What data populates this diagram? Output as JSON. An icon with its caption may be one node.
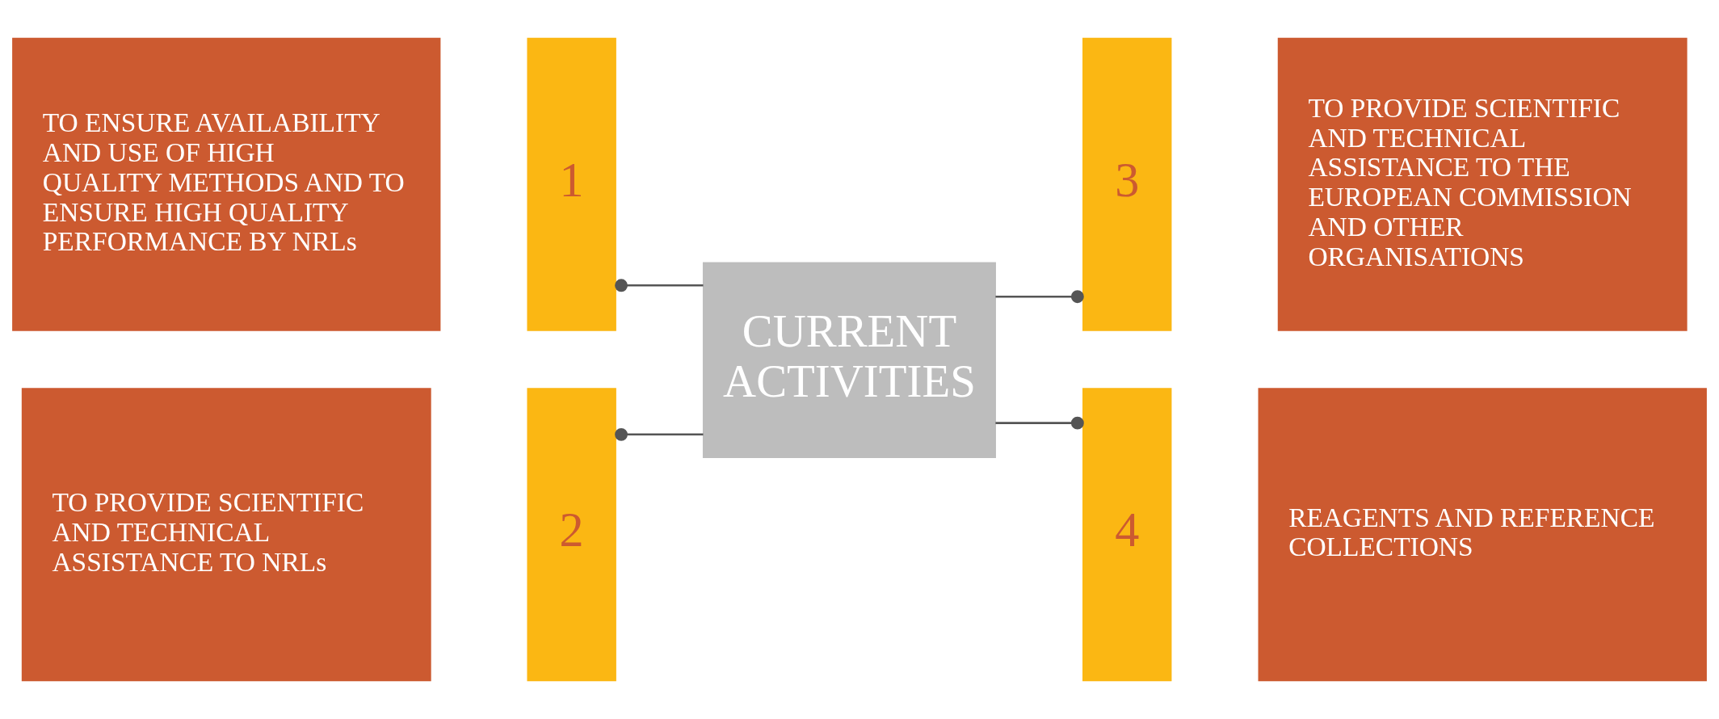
{
  "diagram": {
    "nodes": [
      {
        "text": [
          "TO ENSURE AVAILABILITY AND USE OF HIGH QUALITY METHODS AND TO ENSURE HIGH QUALITY PERFORMANCE BY NRLs"
        ]
      },
      {
        "text": [
          "1"
        ]
      },
      {
        "text": [
          "3"
        ]
      },
      {
        "text": [
          "TO PROVIDE SCIENTIFIC AND TECHNICAL ASSISTANCE TO THE EUROPEAN COMMISSION AND OTHER ORGANISATIONS"
        ]
      },
      {
        "text": [
          "CURRENT ACTIVITIES"
        ]
      },
      {
        "text": [
          "TO PROVIDE SCIENTIFIC AND TECHNICAL ASSISTANCE TO NRLs"
        ]
      },
      {
        "text": [
          "2"
        ]
      },
      {
        "text": [
          "4"
        ]
      },
      {
        "text": [
          "REAGENTS AND REFERENCE COLLECTIONS"
        ]
      }
    ],
    "edges": [
      {
        "from": 4,
        "to": 1,
        "arrow": "other"
      },
      {
        "from": 4,
        "to": 6,
        "arrow": "other"
      },
      {
        "from": 4,
        "to": 2,
        "arrow": "other"
      },
      {
        "from": 4,
        "to": 7,
        "arrow": "other"
      }
    ]
  }
}
